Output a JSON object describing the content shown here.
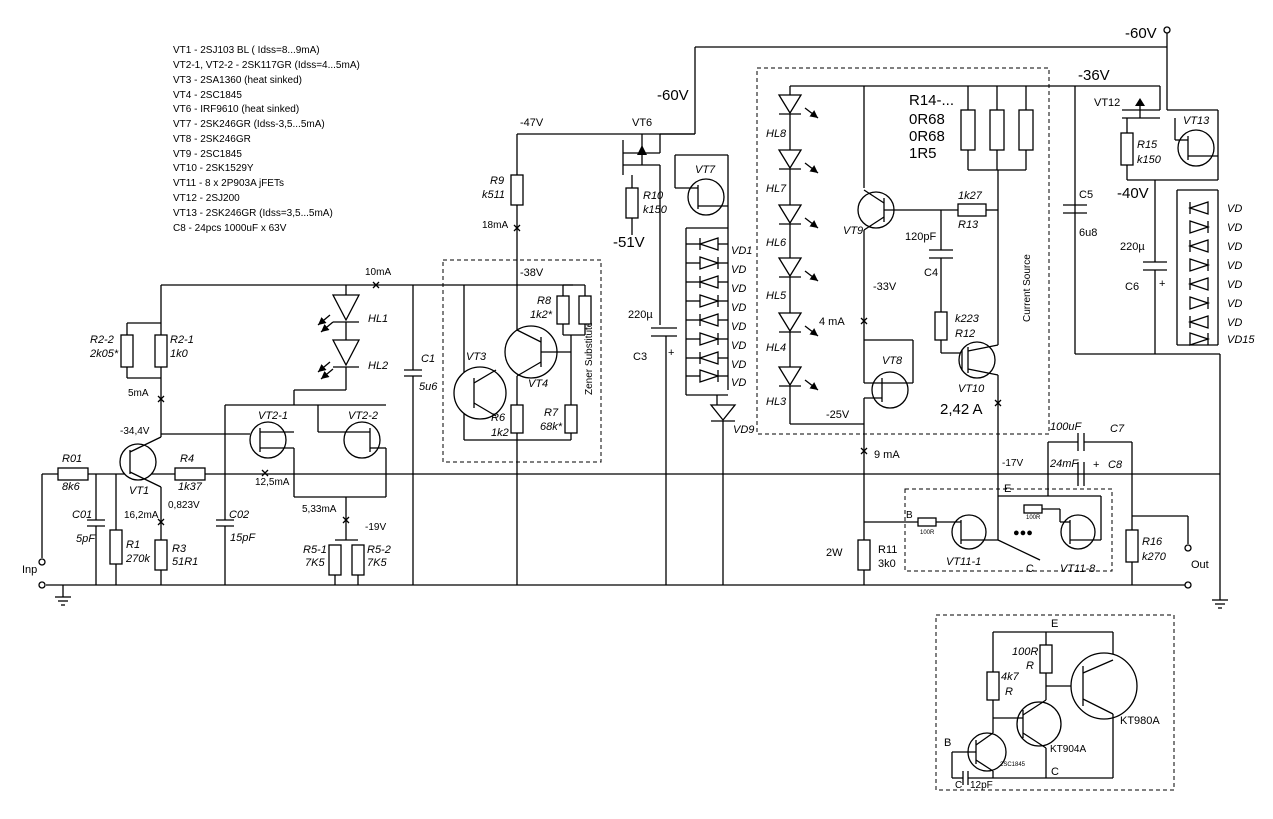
{
  "parts_list": [
    "VT1 - 2SJ103 BL  ( Idss=8...9mA)",
    "VT2-1, VT2-2 - 2SK117GR (Idss=4...5mA)",
    "VT3 -  2SA1360 (heat sinked)",
    "VT4 -  2SC1845",
    "VT6 -   IRF9610 (heat sinked)",
    "VT7 -   2SK246GR (Idss-3,5...5mA)",
    "VT8 -   2SK246GR",
    "VT9 - 2SC1845",
    "VT10 -   2SK1529Y",
    "VT11 -   8 x 2P903A jFETs",
    "VT12 -   2SJ200",
    "VT13 -  2SK246GR (Idss=3,5...5mA)",
    "C8 -  24pcs 1000uF x 63V"
  ],
  "voltages": {
    "top_right": "-60V",
    "vt6_out": "-60V",
    "r9_top": "-47V",
    "r10_bot": "-51V",
    "vt4_node": "-38V",
    "vt12_top": "-36V",
    "vt13_node": "-40V",
    "vt9_node": "-33V",
    "vt8_node": "-25V",
    "output_rail": "-17V",
    "vt1_gate": "-34,4V",
    "r5_top": "-19V",
    "r3_top": "0,823V"
  },
  "currents": {
    "c1_top": "10mA",
    "r9": "18mA",
    "r2": "5mA",
    "vt1": "16,2mA",
    "vt2": "12,5mA",
    "r5": "5,33mA",
    "vt9_4mA": "4 mA",
    "vt10": "2,42 A",
    "vt8": "9 mA"
  },
  "components": {
    "r01": [
      "R01",
      "8k6"
    ],
    "c01": [
      "C01",
      "5pF"
    ],
    "r1": [
      "R1",
      "270k"
    ],
    "vt1": "VT1",
    "r4": [
      "R4",
      "1k37"
    ],
    "r3": [
      "R3",
      "51R1"
    ],
    "c02": [
      "C02",
      "15pF"
    ],
    "r2_2": [
      "R2-2",
      "2k05*"
    ],
    "r2_1": [
      "R2-1",
      "1k0"
    ],
    "hl1": "HL1",
    "hl2": "HL2",
    "vt2_1": "VT2-1",
    "vt2_2": "VT2-2",
    "r5_1": [
      "R5-1",
      "7K5"
    ],
    "r5_2": [
      "R5-2",
      "7K5"
    ],
    "c1": [
      "C1",
      "5u6"
    ],
    "vt3": "VT3",
    "vt4": "VT4",
    "r6": [
      "R6",
      "1k2"
    ],
    "r8": [
      "R8",
      "1k2*"
    ],
    "r7": [
      "R7",
      "68k*"
    ],
    "zener_sub": "Zener Substitute",
    "r9": [
      "R9",
      "k511"
    ],
    "vt6": "VT6",
    "r10": [
      "R10",
      "k150"
    ],
    "vt7": "VT7",
    "vd1": "VD1",
    "vd": "VD",
    "vd9": "VD9",
    "c3": [
      "220µ",
      "C3",
      "+"
    ],
    "hl3": "HL3",
    "hl4": "HL4",
    "hl5": "HL5",
    "hl6": "HL6",
    "hl7": "HL7",
    "hl8": "HL8",
    "vt9": "VT9",
    "c4": [
      "120pF",
      "C4"
    ],
    "r13": [
      "1k27",
      "R13"
    ],
    "r14": [
      "R14-...",
      "0R68",
      "0R68",
      "1R5"
    ],
    "r12": [
      "k223",
      "R12"
    ],
    "vt10": "VT10",
    "vt8": "VT8",
    "current_source": "Current Source",
    "vt12": "VT12",
    "r15": [
      "R15",
      "k150"
    ],
    "vt13": "VT13",
    "c5": [
      "C5",
      "6u8"
    ],
    "c6": [
      "220µ",
      "C6",
      "+"
    ],
    "vd15": "VD15",
    "c7": [
      "100uF",
      "C7"
    ],
    "c8": [
      "24mF",
      "+",
      "C8"
    ],
    "r16": [
      "R16",
      "k270"
    ],
    "r11": [
      "2W",
      "R11",
      "3k0"
    ],
    "vt11_1": "VT11-1",
    "vt11_8": "VT11-8",
    "b": "B",
    "e": "E",
    "c": "C",
    "r100": "100R",
    "dots": "●●●"
  },
  "io": {
    "inp": "Inp",
    "out": "Out"
  },
  "inset": {
    "e": "E",
    "b": "B",
    "c": "C",
    "r_top": [
      "100R",
      "R"
    ],
    "r_left": [
      "4k7",
      "R"
    ],
    "t1": "2SC1845",
    "t2": "KT904A",
    "t3": "KT980A",
    "cap": [
      "C",
      "12pF"
    ]
  }
}
